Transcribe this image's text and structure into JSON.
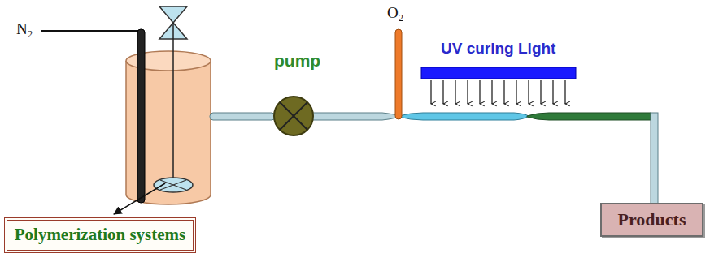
{
  "diagram": {
    "nodes": [
      {
        "text": [
          "Polymerization systems"
        ]
      },
      {
        "text": [
          "Products"
        ]
      }
    ],
    "labels": [
      "N₂",
      "pump",
      "O₂",
      "UV curing Light"
    ]
  }
}
